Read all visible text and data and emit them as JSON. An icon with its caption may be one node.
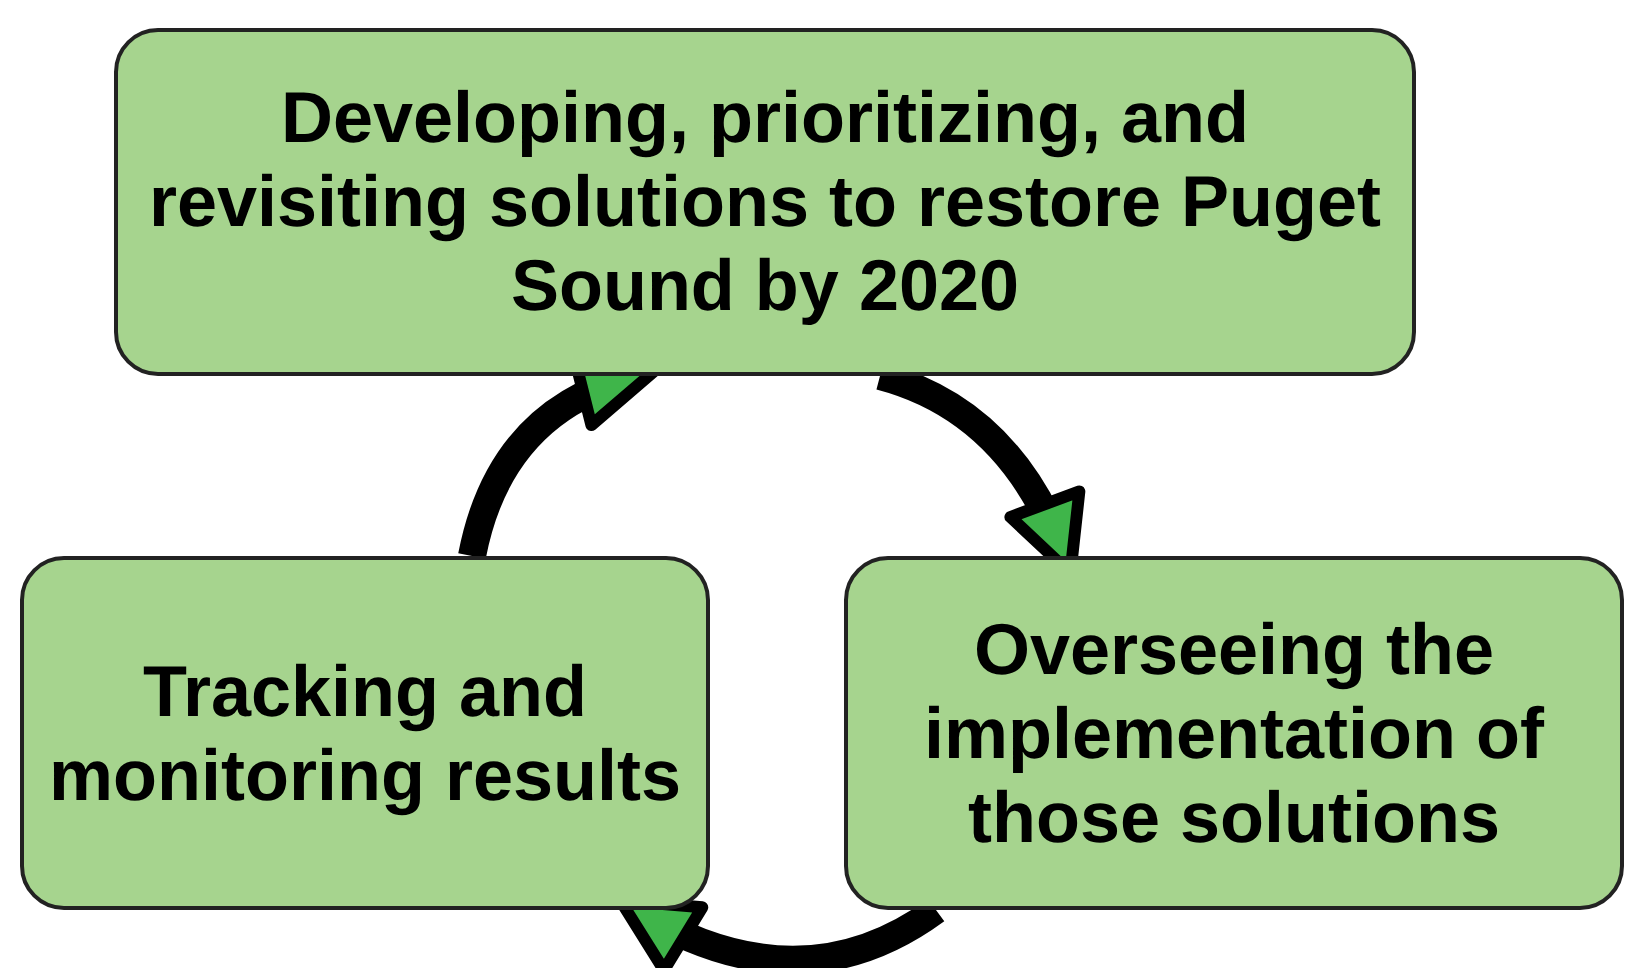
{
  "diagram": {
    "nodes": [
      {
        "text": [
          "Developing, prioritizing, and revisiting solutions to restore Puget Sound by 2020"
        ]
      },
      {
        "text": [
          "Tracking and monitoring results"
        ]
      },
      {
        "text": [
          "Overseeing the implementation of those solutions"
        ]
      }
    ],
    "edges": [
      {
        "from": 0,
        "to": 2,
        "arrow": "to"
      },
      {
        "from": 2,
        "to": 1,
        "arrow": "to"
      },
      {
        "from": 1,
        "to": 0,
        "arrow": "to"
      }
    ]
  }
}
